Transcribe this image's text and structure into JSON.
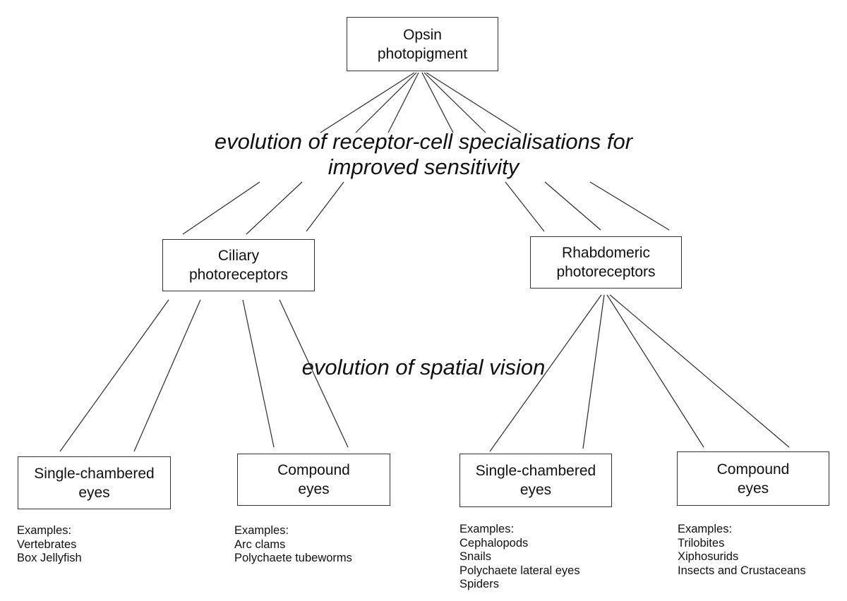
{
  "root": {
    "lines": [
      "Opsin",
      "photopigment"
    ]
  },
  "stages": {
    "receptor": {
      "lines": [
        "evolution of receptor-cell specialisations for",
        "improved sensitivity"
      ]
    },
    "spatial": {
      "lines": [
        "evolution of spatial vision"
      ]
    }
  },
  "receptors": {
    "ciliary": {
      "lines": [
        "Ciliary",
        "photoreceptors"
      ]
    },
    "rhabdomeric": {
      "lines": [
        "Rhabdomeric",
        "photoreceptors"
      ]
    }
  },
  "eyes": {
    "ciliary_single": {
      "lines": [
        "Single-chambered",
        "eyes"
      ],
      "examples_label": "Examples:",
      "examples": [
        "Vertebrates",
        "Box Jellyfish"
      ]
    },
    "ciliary_compound": {
      "lines": [
        "Compound",
        "eyes"
      ],
      "examples_label": "Examples:",
      "examples": [
        "Arc clams",
        "Polychaete tubeworms"
      ]
    },
    "rhabdomeric_single": {
      "lines": [
        "Single-chambered",
        "eyes"
      ],
      "examples_label": "Examples:",
      "examples": [
        "Cephalopods",
        "Snails",
        "Polychaete lateral eyes",
        "Spiders"
      ]
    },
    "rhabdomeric_compound": {
      "lines": [
        "Compound",
        "eyes"
      ],
      "examples_label": "Examples:",
      "examples": [
        "Trilobites",
        "Xiphosurids",
        "Insects and Crustaceans"
      ]
    }
  },
  "colors": {
    "line": "#2a2a2a",
    "border": "#333333",
    "text": "#111111"
  }
}
